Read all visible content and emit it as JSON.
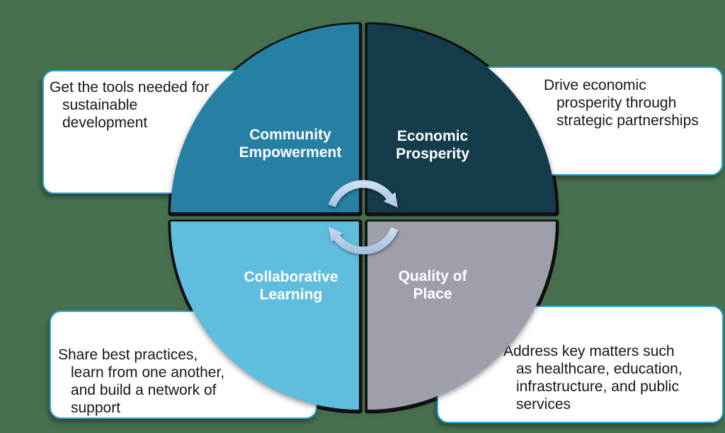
{
  "background_color": "#47704E",
  "diagram": {
    "type": "four-quadrant-cycle",
    "outline_color": "#0A0A0A",
    "callout_border_color": "#29A9E1",
    "callout_background": "#FFFFFF",
    "arrow_color": "#B7CFE9",
    "center_icon": "cycle-arrows-icon",
    "quadrants": [
      {
        "id": "community-empowerment",
        "label_line1": "Community",
        "label_line2": "Empowerment",
        "color": "#2680A4",
        "text_color": "#FFFFFF",
        "callout": {
          "lines": [
            "Get the tools needed for",
            "sustainable",
            "development"
          ]
        }
      },
      {
        "id": "economic-prosperity",
        "label_line1": "Economic",
        "label_line2": "Prosperity",
        "color": "#143C4B",
        "text_color": "#FFFFFF",
        "callout": {
          "lines": [
            "Drive economic",
            "prosperity through",
            "strategic partnerships"
          ]
        }
      },
      {
        "id": "collaborative-learning",
        "label_line1": "Collaborative",
        "label_line2": "Learning",
        "color": "#5FBDDD",
        "text_color": "#FFFFFF",
        "callout": {
          "lines": [
            "Share best practices,",
            "learn from one another,",
            "and build a network of",
            "support"
          ]
        }
      },
      {
        "id": "quality-of-place",
        "label_line1": "Quality of",
        "label_line2": "Place",
        "color": "#9DA0AB",
        "text_color": "#FFFFFF",
        "callout": {
          "lines": [
            "Address key matters such",
            "as healthcare, education,",
            "infrastructure, and public",
            "services"
          ]
        }
      }
    ]
  }
}
